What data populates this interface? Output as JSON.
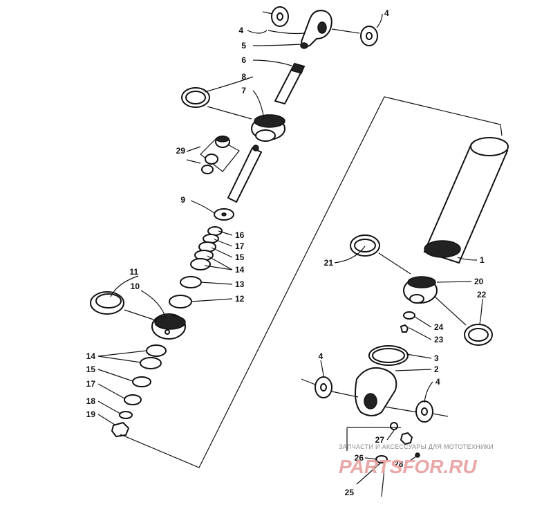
{
  "part_labels": [
    "1",
    "2",
    "3",
    "4",
    "4",
    "4",
    "4",
    "5",
    "6",
    "7",
    "8",
    "9",
    "10",
    "11",
    "12",
    "13",
    "14",
    "14",
    "15",
    "15",
    "16",
    "17",
    "17",
    "18",
    "19",
    "20",
    "21",
    "22",
    "23",
    "24",
    "25",
    "26",
    "27",
    "28",
    "29"
  ],
  "watermark": {
    "caption": "ЗАПЧАСТИ И АКСЕССУАРЫ ДЛЯ МОТОТЕХНИКИ",
    "logo": "PARTSFOR.RU"
  },
  "colors": {
    "line": "#111111",
    "watermark_caption": "#8a8a8a",
    "watermark_logo": "#e9a7a7"
  }
}
